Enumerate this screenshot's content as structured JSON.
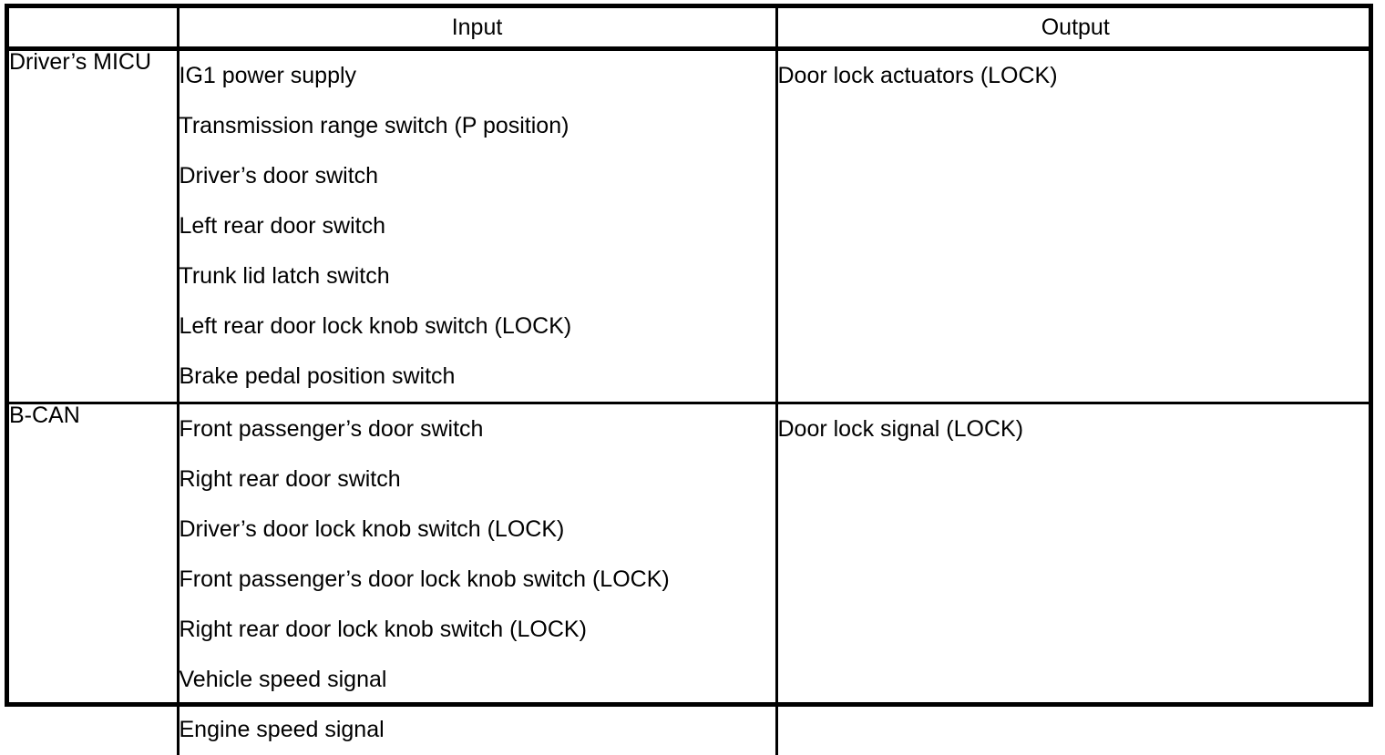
{
  "table": {
    "columns": [
      {
        "key": "category",
        "label": ""
      },
      {
        "key": "input",
        "label": "Input"
      },
      {
        "key": "output",
        "label": "Output"
      }
    ],
    "rows": [
      {
        "category": "Driver’s MICU",
        "input": [
          "IG1 power supply",
          "Transmission range switch (P position)",
          "Driver’s door switch",
          "Left rear door switch",
          "Trunk lid latch switch",
          "Left rear door lock knob switch (LOCK)",
          "Brake pedal position switch"
        ],
        "output": [
          "Door lock actuators (LOCK)"
        ]
      },
      {
        "category": "B-CAN",
        "input": [
          "Front passenger’s door switch",
          "Right rear door switch",
          "Driver’s door lock knob switch (LOCK)",
          "Front passenger’s door lock knob switch (LOCK)",
          "Right rear door lock knob switch (LOCK)",
          "Vehicle speed signal",
          "Engine speed signal"
        ],
        "output": [
          "Door lock signal (LOCK)"
        ]
      }
    ]
  },
  "colors": {
    "border": "#000000",
    "text": "#000000",
    "background": "#ffffff"
  }
}
